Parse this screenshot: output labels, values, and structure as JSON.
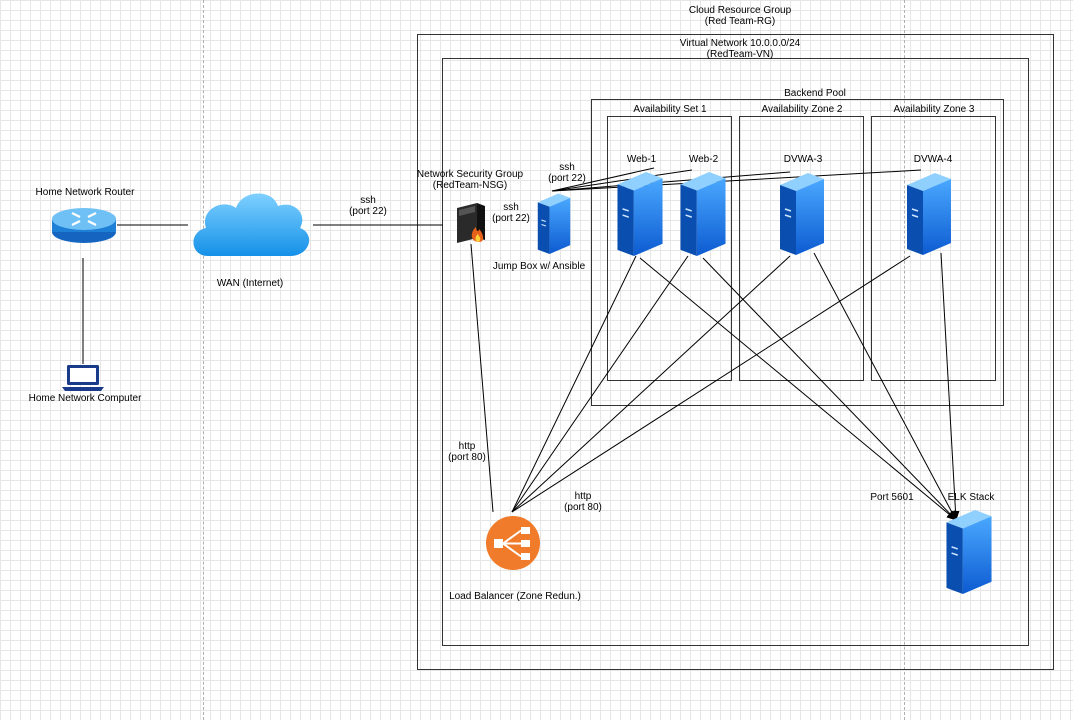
{
  "groups": {
    "cloud_rg": {
      "line1": "Cloud Resource Group",
      "line2": "(Red Team-RG)"
    },
    "vnet": {
      "line1": "Virtual Network 10.0.0.0/24",
      "line2": "(RedTeam-VN)"
    },
    "backend_pool": "Backend Pool",
    "availability_set_1": "Availability Set 1",
    "availability_zone_2": "Availability Zone 2",
    "availability_zone_3": "Availability Zone 3"
  },
  "nodes": {
    "router": "Home Network Router",
    "computer": "Home Network Computer",
    "wan": "WAN (Internet)",
    "nsg": {
      "line1": "Network Security Group",
      "line2": "(RedTeam-NSG)"
    },
    "jumpbox": "Jump Box w/ Ansible",
    "web1": "Web-1",
    "web2": "Web-2",
    "dvwa3": "DVWA-3",
    "dvwa4": "DVWA-4",
    "load_balancer": "Load Balancer (Zone Redun.)",
    "elk": "ELK Stack"
  },
  "edges": {
    "ssh_wan": {
      "line1": "ssh",
      "line2": "(port 22)"
    },
    "ssh_jump": {
      "line1": "ssh",
      "line2": "(port 22)"
    },
    "ssh_pool": {
      "line1": "ssh",
      "line2": "(port 22)"
    },
    "http_nsg_lb": {
      "line1": "http",
      "line2": "(port 80)"
    },
    "http_lb_pool": {
      "line1": "http",
      "line2": "(port 80)"
    },
    "elk_port": "Port 5601"
  },
  "colors": {
    "server": "#1e7fe0",
    "router": "#2f8fd8",
    "cloud": "#1da1f2",
    "load_balancer": "#f07c2b",
    "laptop": "#1a3a8a"
  }
}
